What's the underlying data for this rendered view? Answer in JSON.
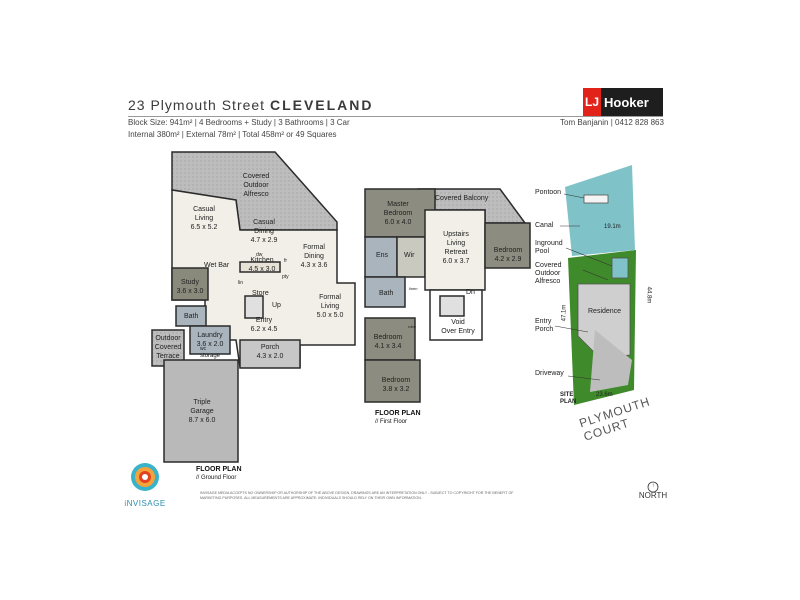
{
  "header": {
    "address_prefix": "23 Plymouth Street",
    "suburb": "CLEVELAND",
    "details_line1": "Block Size: 941m² | 4 Bedrooms + Study | 3 Bathrooms | 3 Car",
    "details_line2": "Internal 380m² | External 78m² | Total 458m² or 49 Squares",
    "agent": "Tom Banjanin | 0412 828 863"
  },
  "logo": {
    "lj": "LJ",
    "name": "Hooker",
    "red": "#e2231a",
    "black": "#1e1e1e"
  },
  "ground_floor": {
    "title": "FLOOR PLAN",
    "subtitle": "// Ground Floor",
    "rooms": {
      "covered_outdoor_alfresco": "Covered\nOutdoor\nAlfresco",
      "casual_living": "Casual\nLiving\n6.5 x 5.2",
      "casual_dining": "Casual\nDining\n4.7 x 2.9",
      "formal_dining": "Formal\nDining\n4.3 x 3.6",
      "kitchen": "Kitchen\n4.5 x 3.0",
      "wet_bar": "Wet Bar",
      "study": "Study\n3.6 x 3.0",
      "store": "Store",
      "formal_living": "Formal\nLiving\n5.0 x 5.0",
      "entry": "Entry\n6.2 x 4.5",
      "bath": "Bath",
      "laundry": "Laundry\n3.6 x 2.0",
      "outdoor_covered_terrace": "Outdoor\nCovered\nTerrace",
      "storage": "storage",
      "porch": "Porch\n4.3 x 2.0",
      "triple_garage": "Triple\nGarage\n8.7 x 6.0",
      "up": "Up",
      "dw": "dw",
      "fr": "fr",
      "pty": "pty",
      "lin": "lin",
      "wc": "wc"
    }
  },
  "first_floor": {
    "title": "FLOOR PLAN",
    "subtitle": "// First Floor",
    "rooms": {
      "covered_balcony": "Covered Balcony",
      "master_bedroom": "Master\nBedroom\n6.0 x 4.0",
      "ens": "Ens",
      "wir": "Wir",
      "upstairs_living_retreat": "Upstairs\nLiving\nRetreat\n6.0 x 3.7",
      "bedroom_1": "Bedroom\n4.2 x 2.9",
      "bath": "Bath",
      "dn": "Dn",
      "void": "Void\nOver Entry",
      "bedroom_2": "Bedroom\n4.1 x 3.4",
      "bedroom_3": "Bedroom\n3.8 x 3.2",
      "robe": "robe",
      "linen": "linen"
    }
  },
  "site_plan": {
    "title": "SITE\nPLAN",
    "labels": {
      "pontoon": "Pontoon",
      "canal": "Canal",
      "inground_pool": "Inground\nPool",
      "covered_outdoor_alfresco": "Covered\nOutdoor\nAlfresco",
      "entry_porch": "Entry\nPorch",
      "driveway": "Driveway",
      "residence": "Residence"
    },
    "dimensions": {
      "top": "19.1m",
      "right": "44.8m",
      "left": "47.1m",
      "bottom": "23.6m"
    },
    "street": "PLYMOUTH\nCOURT",
    "colors": {
      "water": "#7fc3c9",
      "grass": "#3f8a2a",
      "house": "#cfcfcf"
    }
  },
  "brand": {
    "name": "iNVISAGE"
  },
  "disclaimer": "INVISAGE MEDIA ACCEPTS NO OWNERSHIP OR AUTHORSHIP OF THE ABOVE DESIGN, DRAWINGS ARE AN INTERPRETATION ONLY - SUBJECT TO COPYRIGHT FOR THE BENEFIT OF MARKETING PURPOSES. ALL MEASUREMENTS ARE APPROXIMATE. INDIVIDUALS SHOULD RELY ON THEIR OWN INFORMATION.",
  "north": {
    "label": "NORTH",
    "symbol": "↑"
  }
}
